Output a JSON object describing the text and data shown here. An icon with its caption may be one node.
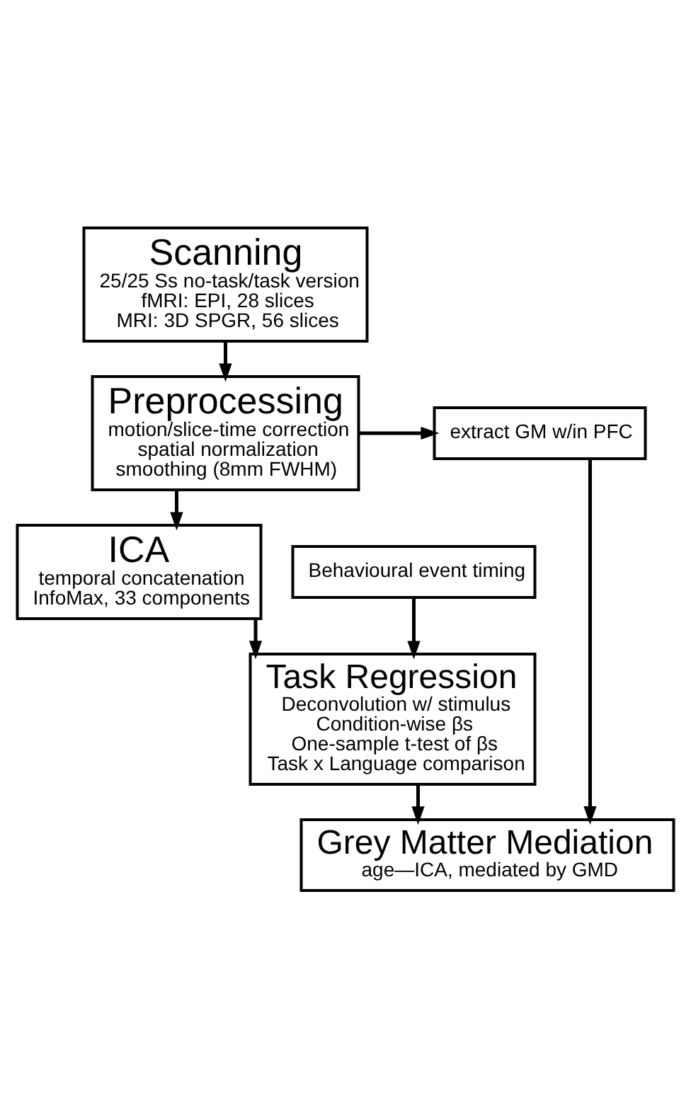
{
  "diagram": {
    "nodes": [
      {
        "text": [
          "Scanning",
          "25/25 Ss no-task/task version",
          "fMRI: EPI, 28 slices",
          "MRI: 3D SPGR, 56 slices"
        ]
      },
      {
        "text": [
          "Preprocessing",
          "motion/slice-time correction",
          "spatial normalization",
          "smoothing (8mm FWHM)"
        ]
      },
      {
        "text": [
          "extract GM w/in PFC"
        ]
      },
      {
        "text": [
          "ICA",
          "temporal concatenation",
          "InfoMax, 33 components"
        ]
      },
      {
        "text": [
          "Behavioural event timing"
        ]
      },
      {
        "text": [
          "Task Regression",
          "Deconvolution w/ stimulus",
          "Condition-wise βs",
          "One-sample t-test of βs",
          "Task x Language comparison"
        ]
      },
      {
        "text": [
          "Grey Matter Mediation",
          "age—ICA, mediated by GMD"
        ]
      }
    ],
    "edges": [
      {
        "from": 0,
        "to": 1,
        "arrow": "to"
      },
      {
        "from": 1,
        "to": 2,
        "arrow": "to"
      },
      {
        "from": 1,
        "to": 3,
        "arrow": "to"
      },
      {
        "from": 3,
        "to": 5,
        "arrow": "to"
      },
      {
        "from": 4,
        "to": 5,
        "arrow": "to"
      },
      {
        "from": 5,
        "to": 6,
        "arrow": "to"
      },
      {
        "from": 2,
        "to": 6,
        "arrow": "to"
      }
    ]
  }
}
